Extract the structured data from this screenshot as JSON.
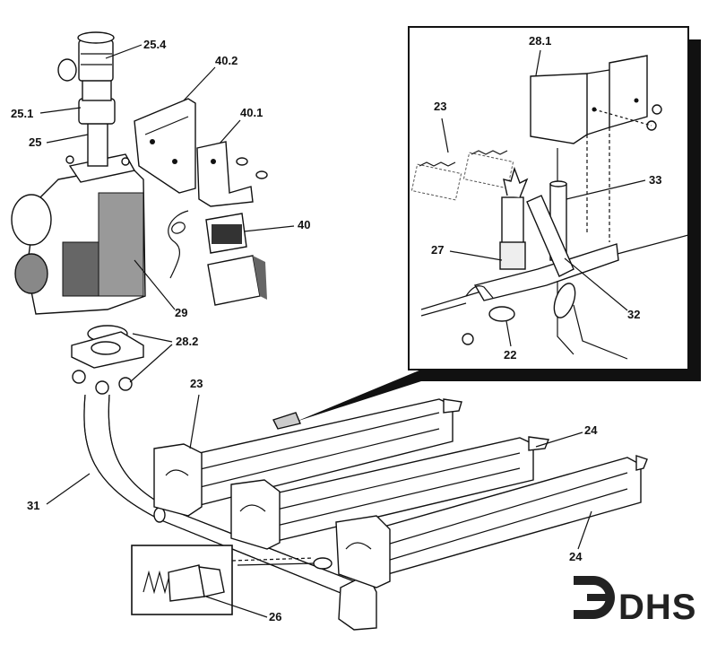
{
  "callouts": [
    {
      "id": "25_4",
      "label": "25.4"
    },
    {
      "id": "40_2",
      "label": "40.2"
    },
    {
      "id": "25_1",
      "label": "25.1"
    },
    {
      "id": "40_1",
      "label": "40.1"
    },
    {
      "id": "25",
      "label": "25"
    },
    {
      "id": "40",
      "label": "40"
    },
    {
      "id": "29",
      "label": "29"
    },
    {
      "id": "28_2",
      "label": "28.2"
    },
    {
      "id": "23_main",
      "label": "23"
    },
    {
      "id": "24_top",
      "label": "24"
    },
    {
      "id": "31",
      "label": "31"
    },
    {
      "id": "24_bottom",
      "label": "24"
    },
    {
      "id": "26",
      "label": "26"
    },
    {
      "id": "28_1",
      "label": "28.1"
    },
    {
      "id": "23_inset",
      "label": "23"
    },
    {
      "id": "33",
      "label": "33"
    },
    {
      "id": "27",
      "label": "27"
    },
    {
      "id": "32",
      "label": "32"
    },
    {
      "id": "22",
      "label": "22"
    }
  ],
  "logo": {
    "text": "DHS"
  },
  "colors": {
    "ink": "#111111",
    "grey": "#9a9a9a",
    "dark_grey": "#555555",
    "paper": "#ffffff"
  }
}
